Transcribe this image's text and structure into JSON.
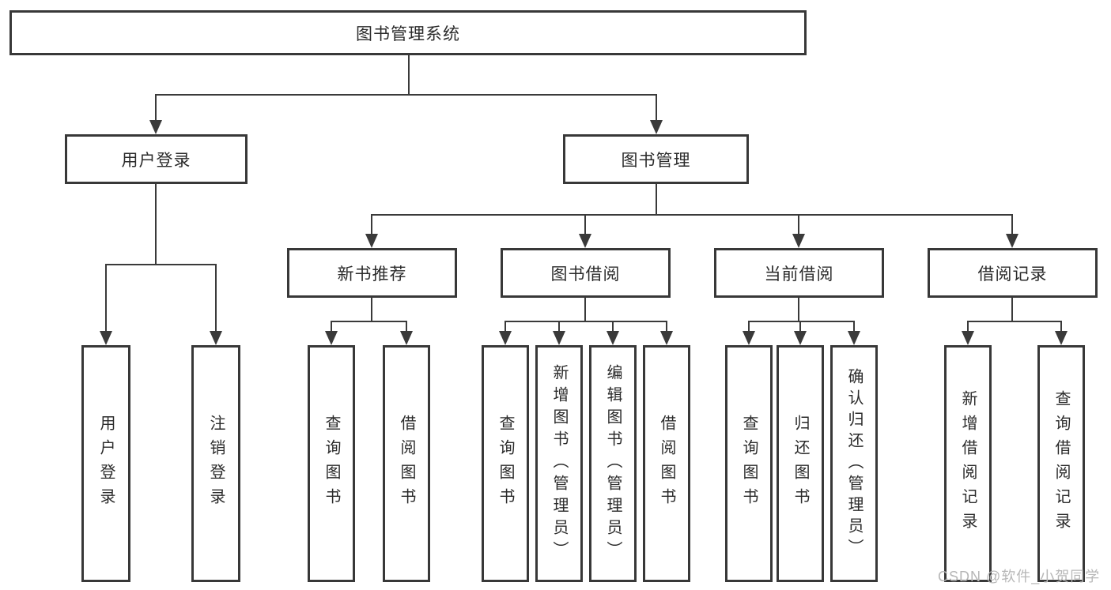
{
  "nodes": {
    "root": "图书管理系统",
    "user_login": "用户登录",
    "book_mgmt": "图书管理",
    "new_book_rec": "新书推荐",
    "book_borrow": "图书借阅",
    "current_borrow": "当前借阅",
    "borrow_records": "借阅记录",
    "leaf_user_login": "用户登录",
    "leaf_logout": "注销登录",
    "leaf_query_book_rec": "查询图书",
    "leaf_borrow_book_rec": "借阅图书",
    "leaf_query_book_borrow": "查询图书",
    "leaf_add_book_admin": "新增图书（管理员）",
    "leaf_edit_book_admin": "编辑图书（管理员）",
    "leaf_borrow_book_borrow": "借阅图书",
    "leaf_query_book_current": "查询图书",
    "leaf_return_book": "归还图书",
    "leaf_confirm_return_admin": "确认归还（管理员）",
    "leaf_add_borrow_record": "新增借阅记录",
    "leaf_query_borrow_record": "查询借阅记录"
  },
  "watermark": "CSDN @软件_小贺同学",
  "colors": {
    "line": "#3a3a3a",
    "box_border": "#383838",
    "text": "#2b2b2b",
    "watermark": "#b7b7b7",
    "background": "#ffffff"
  }
}
